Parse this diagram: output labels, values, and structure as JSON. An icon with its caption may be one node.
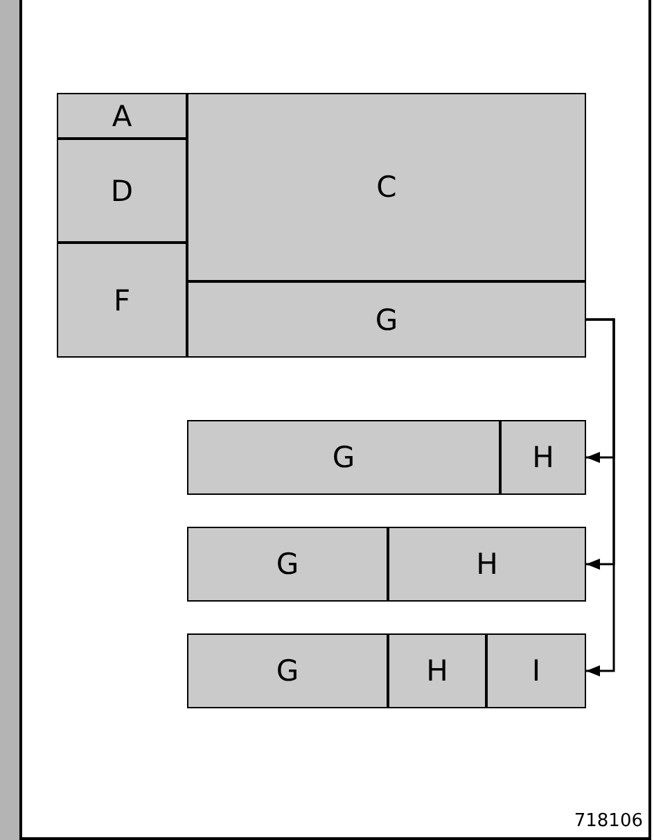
{
  "diagram": {
    "nodes": [
      {
        "text": [
          "A"
        ]
      },
      {
        "text": [
          "D"
        ]
      },
      {
        "text": [
          "F"
        ]
      },
      {
        "text": [
          "C"
        ]
      },
      {
        "text": [
          "G"
        ]
      },
      {
        "text": [
          "G"
        ]
      },
      {
        "text": [
          "H"
        ]
      },
      {
        "text": [
          "G"
        ]
      },
      {
        "text": [
          "H"
        ]
      },
      {
        "text": [
          "G"
        ]
      },
      {
        "text": [
          "H"
        ]
      },
      {
        "text": [
          "I"
        ]
      }
    ],
    "edges": [
      {
        "from": 4,
        "to": 6,
        "arrow": "to"
      },
      {
        "from": 4,
        "to": 8,
        "arrow": "to"
      },
      {
        "from": 4,
        "to": 11,
        "arrow": "to"
      }
    ],
    "labels": [
      "718106"
    ]
  }
}
